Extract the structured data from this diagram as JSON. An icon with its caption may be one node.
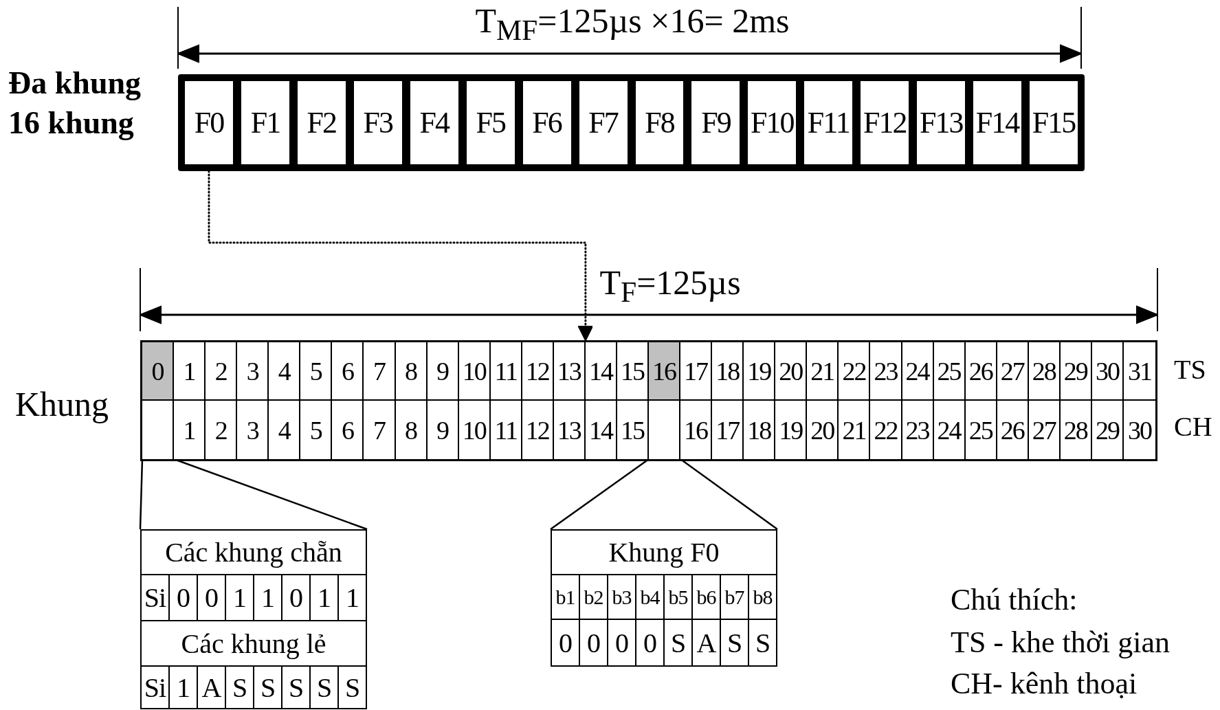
{
  "diagram": {
    "nodes": [
      {
        "text": [],
        "shape": "box"
      },
      {
        "text": [
          "F0"
        ],
        "in": 0
      },
      {
        "text": [
          "F1"
        ],
        "in": 0
      },
      {
        "text": [
          "F2"
        ],
        "in": 0
      },
      {
        "text": [
          "F3"
        ],
        "in": 0
      },
      {
        "text": [
          "F4"
        ],
        "in": 0
      },
      {
        "text": [
          "F5"
        ],
        "in": 0
      },
      {
        "text": [
          "F6"
        ],
        "in": 0
      },
      {
        "text": [
          "F7"
        ],
        "in": 0
      },
      {
        "text": [
          "F8"
        ],
        "in": 0
      },
      {
        "text": [
          "F9"
        ],
        "in": 0
      },
      {
        "text": [
          "F10"
        ],
        "in": 0
      },
      {
        "text": [
          "F11"
        ],
        "in": 0
      },
      {
        "text": [
          "F12"
        ],
        "in": 0
      },
      {
        "text": [
          "F13"
        ],
        "in": 0
      },
      {
        "text": [
          "F14"
        ],
        "in": 0
      },
      {
        "text": [
          "F15"
        ],
        "in": 0
      },
      {
        "text": [],
        "shape": "box"
      },
      {
        "text": [
          "0"
        ],
        "in": 17
      },
      {
        "text": [
          "1"
        ],
        "in": 17
      },
      {
        "text": [
          "2"
        ],
        "in": 17
      },
      {
        "text": [
          "3"
        ],
        "in": 17
      },
      {
        "text": [
          "4"
        ],
        "in": 17
      },
      {
        "text": [
          "5"
        ],
        "in": 17
      },
      {
        "text": [
          "6"
        ],
        "in": 17
      },
      {
        "text": [
          "7"
        ],
        "in": 17
      },
      {
        "text": [
          "8"
        ],
        "in": 17
      },
      {
        "text": [
          "9"
        ],
        "in": 17
      },
      {
        "text": [
          "10"
        ],
        "in": 17
      },
      {
        "text": [
          "11"
        ],
        "in": 17
      },
      {
        "text": [
          "12"
        ],
        "in": 17
      },
      {
        "text": [
          "13"
        ],
        "in": 17
      },
      {
        "text": [
          "14"
        ],
        "in": 17
      },
      {
        "text": [
          "15"
        ],
        "in": 17
      },
      {
        "text": [
          "16"
        ],
        "in": 17
      },
      {
        "text": [
          "17"
        ],
        "in": 17
      },
      {
        "text": [
          "18"
        ],
        "in": 17
      },
      {
        "text": [
          "19"
        ],
        "in": 17
      },
      {
        "text": [
          "20"
        ],
        "in": 17
      },
      {
        "text": [
          "21"
        ],
        "in": 17
      },
      {
        "text": [
          "22"
        ],
        "in": 17
      },
      {
        "text": [
          "23"
        ],
        "in": 17
      },
      {
        "text": [
          "24"
        ],
        "in": 17
      },
      {
        "text": [
          "25"
        ],
        "in": 17
      },
      {
        "text": [
          "26"
        ],
        "in": 17
      },
      {
        "text": [
          "27"
        ],
        "in": 17
      },
      {
        "text": [
          "28"
        ],
        "in": 17
      },
      {
        "text": [
          "29"
        ],
        "in": 17
      },
      {
        "text": [
          "30"
        ],
        "in": 17
      },
      {
        "text": [
          "31"
        ],
        "in": 17
      },
      {
        "text": [],
        "shape": "box",
        "in": 17
      },
      {
        "text": [
          "1"
        ],
        "in": 17
      },
      {
        "text": [
          "2"
        ],
        "in": 17
      },
      {
        "text": [
          "3"
        ],
        "in": 17
      },
      {
        "text": [
          "4"
        ],
        "in": 17
      },
      {
        "text": [
          "5"
        ],
        "in": 17
      },
      {
        "text": [
          "6"
        ],
        "in": 17
      },
      {
        "text": [
          "7"
        ],
        "in": 17
      },
      {
        "text": [
          "8"
        ],
        "in": 17
      },
      {
        "text": [
          "9"
        ],
        "in": 17
      },
      {
        "text": [
          "10"
        ],
        "in": 17
      },
      {
        "text": [
          "11"
        ],
        "in": 17
      },
      {
        "text": [
          "12"
        ],
        "in": 17
      },
      {
        "text": [
          "13"
        ],
        "in": 17
      },
      {
        "text": [
          "14"
        ],
        "in": 17
      },
      {
        "text": [
          "15"
        ],
        "in": 17
      },
      {
        "text": [],
        "shape": "box",
        "in": 17
      },
      {
        "text": [
          "16"
        ],
        "in": 17
      },
      {
        "text": [
          "17"
        ],
        "in": 17
      },
      {
        "text": [
          "18"
        ],
        "in": 17
      },
      {
        "text": [
          "19"
        ],
        "in": 17
      },
      {
        "text": [
          "20"
        ],
        "in": 17
      },
      {
        "text": [
          "21"
        ],
        "in": 17
      },
      {
        "text": [
          "22"
        ],
        "in": 17
      },
      {
        "text": [
          "23"
        ],
        "in": 17
      },
      {
        "text": [
          "24"
        ],
        "in": 17
      },
      {
        "text": [
          "25"
        ],
        "in": 17
      },
      {
        "text": [
          "26"
        ],
        "in": 17
      },
      {
        "text": [
          "27"
        ],
        "in": 17
      },
      {
        "text": [
          "28"
        ],
        "in": 17
      },
      {
        "text": [
          "29"
        ],
        "in": 17
      },
      {
        "text": [
          "30"
        ],
        "in": 17
      },
      {
        "text": [
          "Các khung chẵn"
        ]
      },
      {
        "text": [
          "Si"
        ]
      },
      {
        "text": [
          "0"
        ]
      },
      {
        "text": [
          "0"
        ]
      },
      {
        "text": [
          "1"
        ]
      },
      {
        "text": [
          "1"
        ]
      },
      {
        "text": [
          "0"
        ]
      },
      {
        "text": [
          "1"
        ]
      },
      {
        "text": [
          "1"
        ]
      },
      {
        "text": [
          "Các khung lẻ"
        ]
      },
      {
        "text": [
          "Si"
        ]
      },
      {
        "text": [
          "1"
        ]
      },
      {
        "text": [
          "A"
        ]
      },
      {
        "text": [
          "S"
        ]
      },
      {
        "text": [
          "S"
        ]
      },
      {
        "text": [
          "S"
        ]
      },
      {
        "text": [
          "S"
        ]
      },
      {
        "text": [
          "S"
        ]
      },
      {
        "text": [
          "Khung F0"
        ]
      },
      {
        "text": [
          "b1"
        ]
      },
      {
        "text": [
          "b2"
        ]
      },
      {
        "text": [
          "b3"
        ]
      },
      {
        "text": [
          "b4"
        ]
      },
      {
        "text": [
          "b5"
        ]
      },
      {
        "text": [
          "b6"
        ]
      },
      {
        "text": [
          "b7"
        ]
      },
      {
        "text": [
          "b8"
        ]
      },
      {
        "text": [
          "0"
        ]
      },
      {
        "text": [
          "0"
        ]
      },
      {
        "text": [
          "0"
        ]
      },
      {
        "text": [
          "0"
        ]
      },
      {
        "text": [
          "S"
        ]
      },
      {
        "text": [
          "A"
        ]
      },
      {
        "text": [
          "S"
        ]
      },
      {
        "text": [
          "S"
        ]
      }
    ],
    "edges": [
      {
        "from": 1,
        "to": 17,
        "arrow": "to",
        "style": "dashed"
      },
      {
        "from": 50,
        "to": 82,
        "arrow": "none"
      },
      {
        "from": 66,
        "to": 100,
        "arrow": "none"
      }
    ],
    "labels": [
      "T$_{MF}$=125µs ×16= 2ms",
      "Đa khung 16 khung",
      "T$_{F}$=125µs",
      "Khung",
      "TS",
      "CH",
      "Chú thích:",
      "TS - khe thời gian",
      "CH- kênh thoại"
    ]
  }
}
